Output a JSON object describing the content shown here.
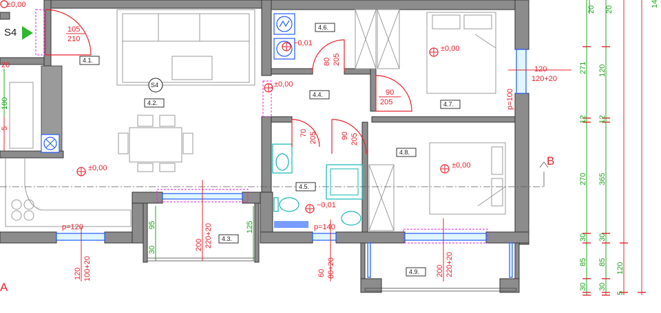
{
  "rooms": [
    {
      "id": "4.1.",
      "label": "4.1."
    },
    {
      "id": "4.2.",
      "label": "4.2."
    },
    {
      "id": "4.3.",
      "label": "4.3."
    },
    {
      "id": "4.4.",
      "label": "4.4."
    },
    {
      "id": "4.5.",
      "label": "4.5."
    },
    {
      "id": "4.6.",
      "label": "4.6."
    },
    {
      "id": "4.7.",
      "label": "4.7."
    },
    {
      "id": "4.8.",
      "label": "4.8."
    },
    {
      "id": "4.9.",
      "label": "4.9."
    }
  ],
  "levels": {
    "top_left": "±0,00",
    "living": "±0,00",
    "hall": "±0,00",
    "bed_top": "±0,00",
    "bed_mid": "±0,00",
    "utility": "−0,01",
    "bath": "−0,01"
  },
  "doors": {
    "entry": {
      "w": "105",
      "h": "210"
    },
    "utility": {
      "w": "80",
      "h": "205"
    },
    "bed_top": {
      "w": "90",
      "h": "205"
    },
    "bath": {
      "w": "70",
      "h": "205"
    },
    "bed_mid": {
      "w": "90",
      "h": "205"
    }
  },
  "windows": {
    "right": {
      "w": "120",
      "h": "120+20",
      "sill": "p=100"
    },
    "living": {
      "w": "120",
      "h": "100+20",
      "sill": "p=120"
    },
    "balcony_a": {
      "w": "200",
      "h": "220+20"
    },
    "bath": {
      "w": "60",
      "h": "80+20",
      "sill": "p=140"
    },
    "balcony_b": {
      "w": "200",
      "h": "220+20"
    }
  },
  "stair_markers": {
    "s4_left": "S4",
    "s4_circle": "S4"
  },
  "section_marks": {
    "a": "A",
    "b": "B"
  },
  "green_dims": {
    "balcony_side_95": "95",
    "balcony_side_30": "30",
    "balcony_side_125": "125",
    "left_180": "180",
    "left_5": "5",
    "right": [
      "271",
      "12",
      "270",
      "30",
      "85",
      "30"
    ],
    "right2": [
      "120",
      "12",
      "365",
      "30",
      "85",
      "30"
    ],
    "right3": [
      "120",
      "5"
    ],
    "top_right": [
      "20",
      "20",
      "14"
    ]
  },
  "top_left_level": "±0,00",
  "corner_20": "20"
}
